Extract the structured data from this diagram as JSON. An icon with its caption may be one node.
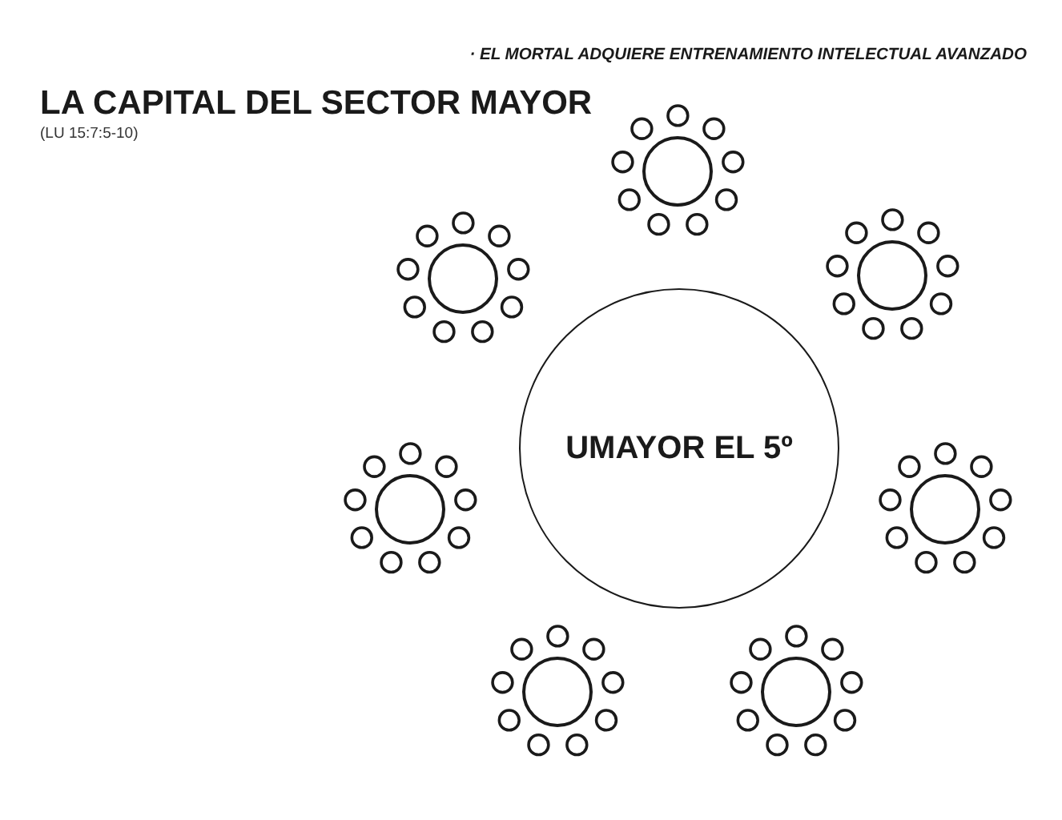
{
  "diagram": {
    "title": "LA CAPITAL DEL SECTOR MAYOR",
    "nodes": [
      {
        "text": [],
        "shape": "circle"
      },
      {
        "text": [],
        "shape": "circle"
      },
      {
        "text": [],
        "shape": "circle"
      },
      {
        "text": [
          "UMAYOR EL 5º"
        ]
      },
      {
        "text": [],
        "shape": "circle"
      },
      {
        "text": [],
        "shape": "circle"
      },
      {
        "text": [],
        "shape": "circle"
      },
      {
        "text": [],
        "shape": "circle"
      }
    ],
    "labels": [
      "· EL MORTAL ADQUIERE ENTRENAMIENTO INTELECTUAL AVANZADO",
      "(LU 15:7:5-10)"
    ]
  }
}
